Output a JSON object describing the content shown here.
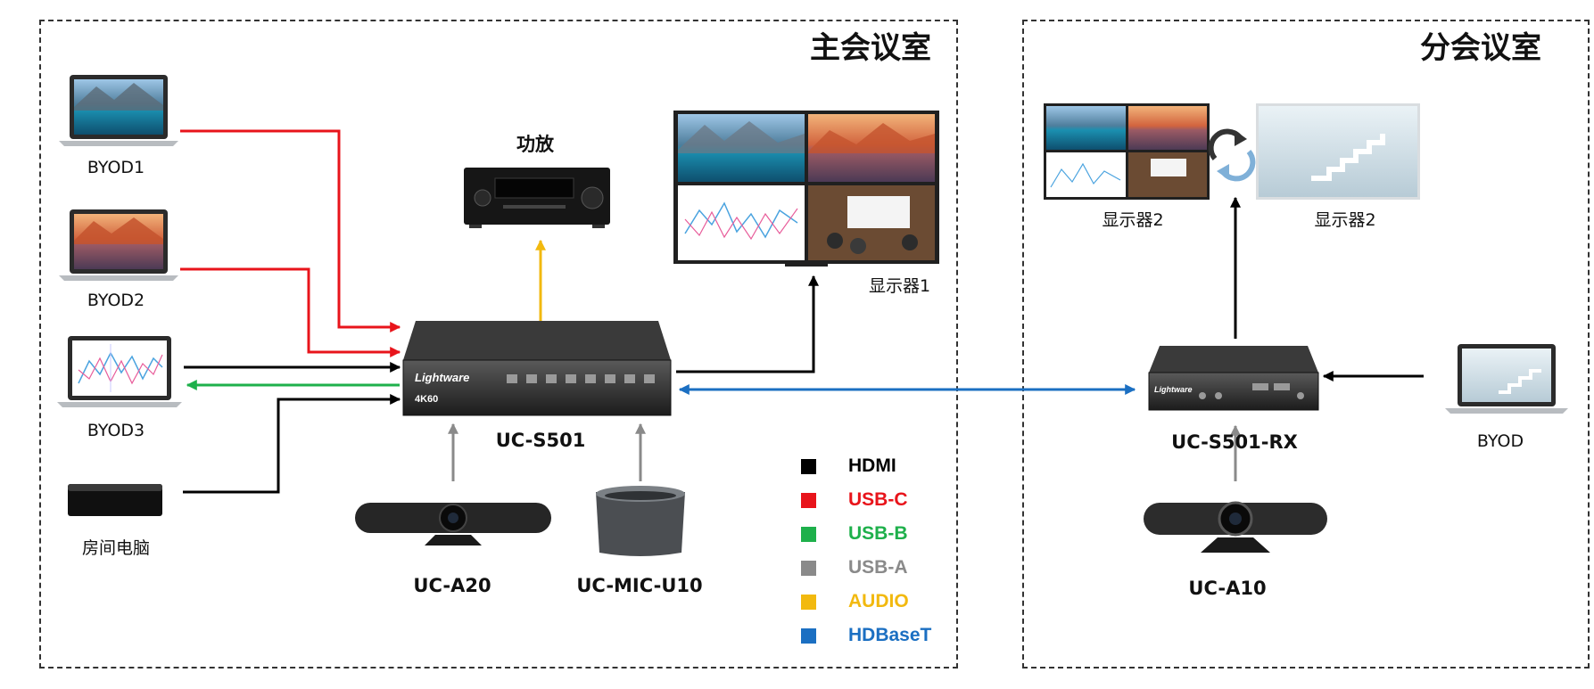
{
  "regions": {
    "main_room": "主会议室",
    "branch_room": "分会议室"
  },
  "devices": {
    "byod1": "BYOD1",
    "byod2": "BYOD2",
    "byod3": "BYOD3",
    "room_pc": "房间电脑",
    "amplifier": "功放",
    "display1": "显示器1",
    "switcher": "UC-S501",
    "camera_a20": "UC-A20",
    "mic_u10": "UC-MIC-U10",
    "display2_left": "显示器2",
    "display2_right": "显示器2",
    "receiver": "UC-S501-RX",
    "camera_a10": "UC-A10",
    "byod_branch": "BYOD"
  },
  "device_printing": {
    "switcher_brand": "Lightware",
    "switcher_resolution": "4K60",
    "receiver_brand": "Lightware"
  },
  "legend": [
    {
      "label": "HDMI",
      "color": "#000000"
    },
    {
      "label": "USB-C",
      "color": "#e8141b"
    },
    {
      "label": "USB-B",
      "color": "#1eb04b"
    },
    {
      "label": "USB-A",
      "color": "#8a8a8a"
    },
    {
      "label": "AUDIO",
      "color": "#f2b90f"
    },
    {
      "label": "HDBaseT",
      "color": "#1b6fc2"
    }
  ]
}
